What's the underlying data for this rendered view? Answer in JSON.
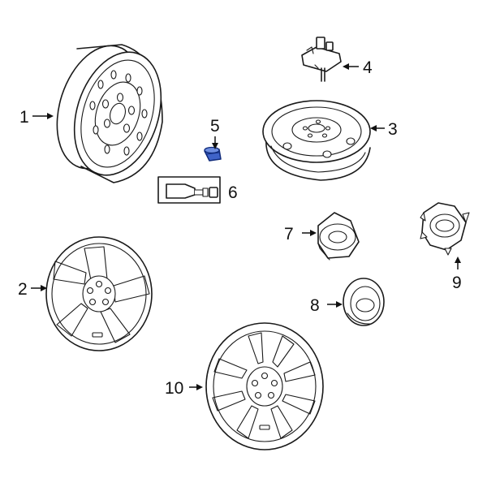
{
  "callouts": [
    {
      "id": "1",
      "text": "1"
    },
    {
      "id": "2",
      "text": "2"
    },
    {
      "id": "3",
      "text": "3"
    },
    {
      "id": "4",
      "text": "4"
    },
    {
      "id": "5",
      "text": "5"
    },
    {
      "id": "6",
      "text": "6"
    },
    {
      "id": "7",
      "text": "7"
    },
    {
      "id": "8",
      "text": "8"
    },
    {
      "id": "9",
      "text": "9"
    },
    {
      "id": "10",
      "text": "10"
    }
  ],
  "colors": {
    "line": "#1a1a1a",
    "highlight_fill": "#3f63c8",
    "highlight_stroke": "#0f2a7a",
    "background": "#ffffff"
  },
  "highlighted_part": "5"
}
